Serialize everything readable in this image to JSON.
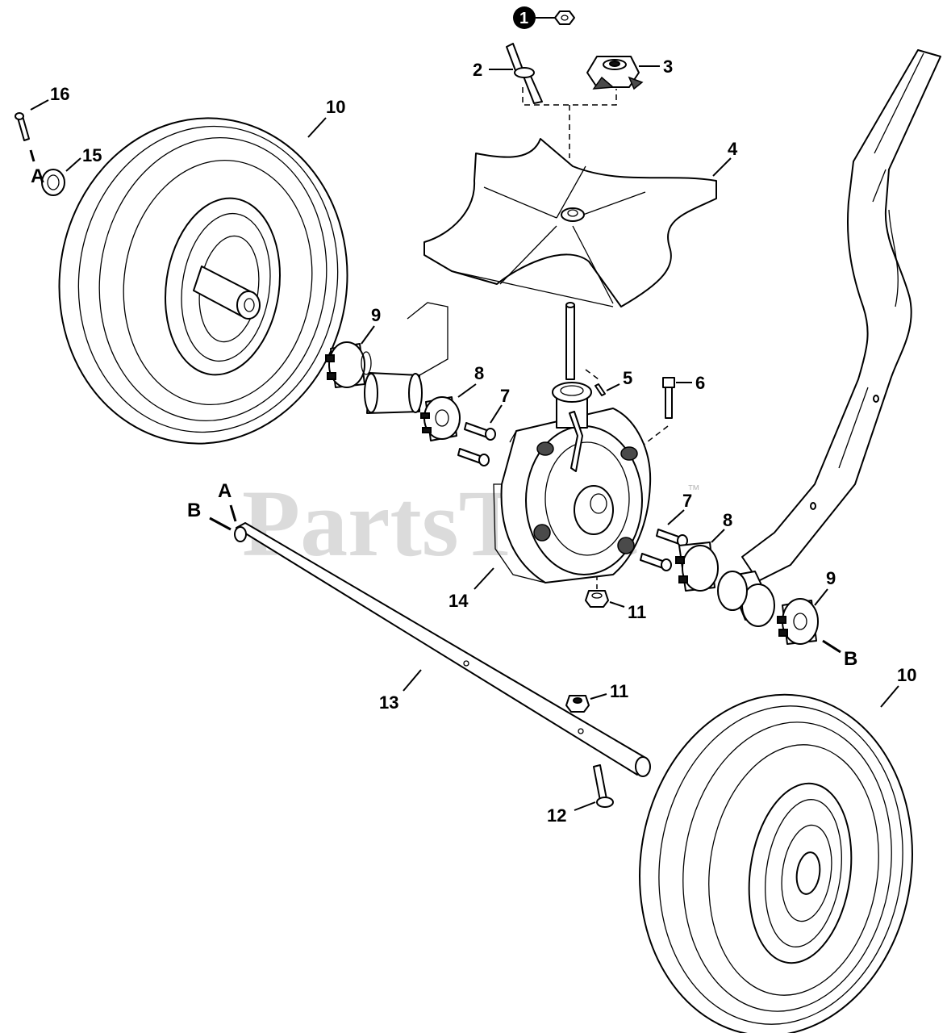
{
  "watermark": {
    "text": "PartsTree",
    "trademark": "™"
  },
  "colors": {
    "line": "#000000",
    "background": "#ffffff",
    "watermark": "#cfcfcf"
  },
  "callouts": [
    {
      "id": "c1",
      "label": "1",
      "style": "filled-circle"
    },
    {
      "id": "c2",
      "label": "2"
    },
    {
      "id": "c3",
      "label": "3"
    },
    {
      "id": "c4",
      "label": "4"
    },
    {
      "id": "c5",
      "label": "5"
    },
    {
      "id": "c6",
      "label": "6"
    },
    {
      "id": "c7a",
      "label": "7"
    },
    {
      "id": "c7b",
      "label": "7"
    },
    {
      "id": "c8a",
      "label": "8"
    },
    {
      "id": "c8b",
      "label": "8"
    },
    {
      "id": "c9a",
      "label": "9"
    },
    {
      "id": "c9b",
      "label": "9"
    },
    {
      "id": "c10a",
      "label": "10"
    },
    {
      "id": "c10b",
      "label": "10"
    },
    {
      "id": "c11a",
      "label": "11"
    },
    {
      "id": "c11b",
      "label": "11"
    },
    {
      "id": "c12",
      "label": "12"
    },
    {
      "id": "c13",
      "label": "13"
    },
    {
      "id": "c14",
      "label": "14"
    },
    {
      "id": "c15",
      "label": "15"
    },
    {
      "id": "c16",
      "label": "16"
    }
  ],
  "references": [
    {
      "id": "ra1",
      "label": "A"
    },
    {
      "id": "ra2",
      "label": "A"
    },
    {
      "id": "rb1",
      "label": "B"
    },
    {
      "id": "rb2",
      "label": "B"
    }
  ]
}
